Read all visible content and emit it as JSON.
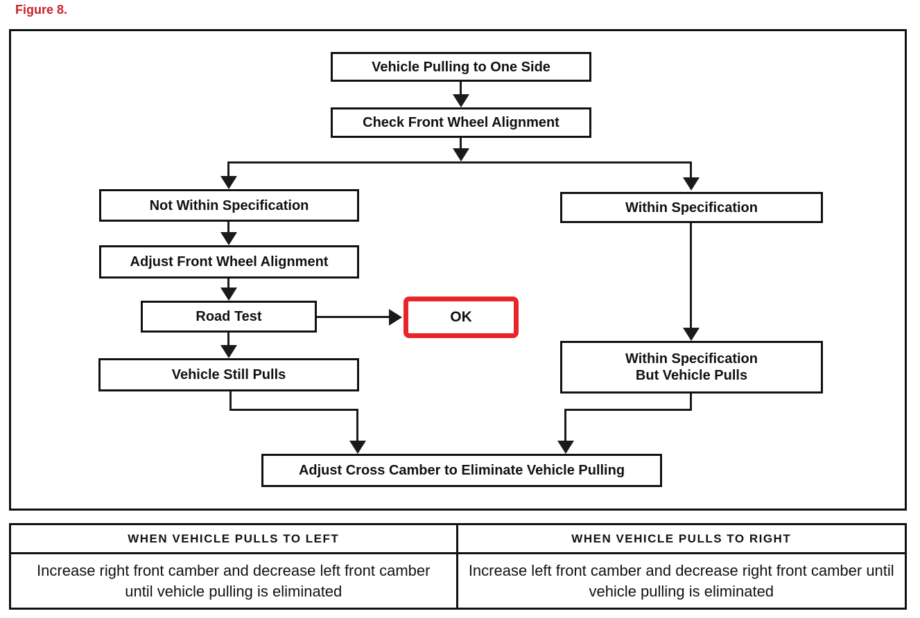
{
  "figure_label": "Figure 8.",
  "colors": {
    "figure_label_red": "#cc2229",
    "ok_box_red": "#e8252a",
    "line_black": "#1a1a1a"
  },
  "flowchart": {
    "nodes": {
      "vehicle_pulling": "Vehicle Pulling to One Side",
      "check_alignment": "Check Front Wheel Alignment",
      "not_within_spec": "Not Within Specification",
      "adjust_alignment": "Adjust Front Wheel Alignment",
      "road_test": "Road Test",
      "ok": "OK",
      "vehicle_still_pulls": "Vehicle Still Pulls",
      "within_spec": "Within Specification",
      "within_spec_pulls_line1": "Within Specification",
      "within_spec_pulls_line2": "But Vehicle Pulls",
      "adjust_cross_camber": "Adjust Cross Camber to Eliminate Vehicle Pulling"
    }
  },
  "table": {
    "headers": [
      "WHEN VEHICLE PULLS TO LEFT",
      "WHEN VEHICLE PULLS TO RIGHT"
    ],
    "cells": [
      "Increase right front camber and decrease left front camber until vehicle pulling is eliminated",
      "Increase left front camber and decrease right front camber until vehicle pulling is eliminated"
    ]
  }
}
